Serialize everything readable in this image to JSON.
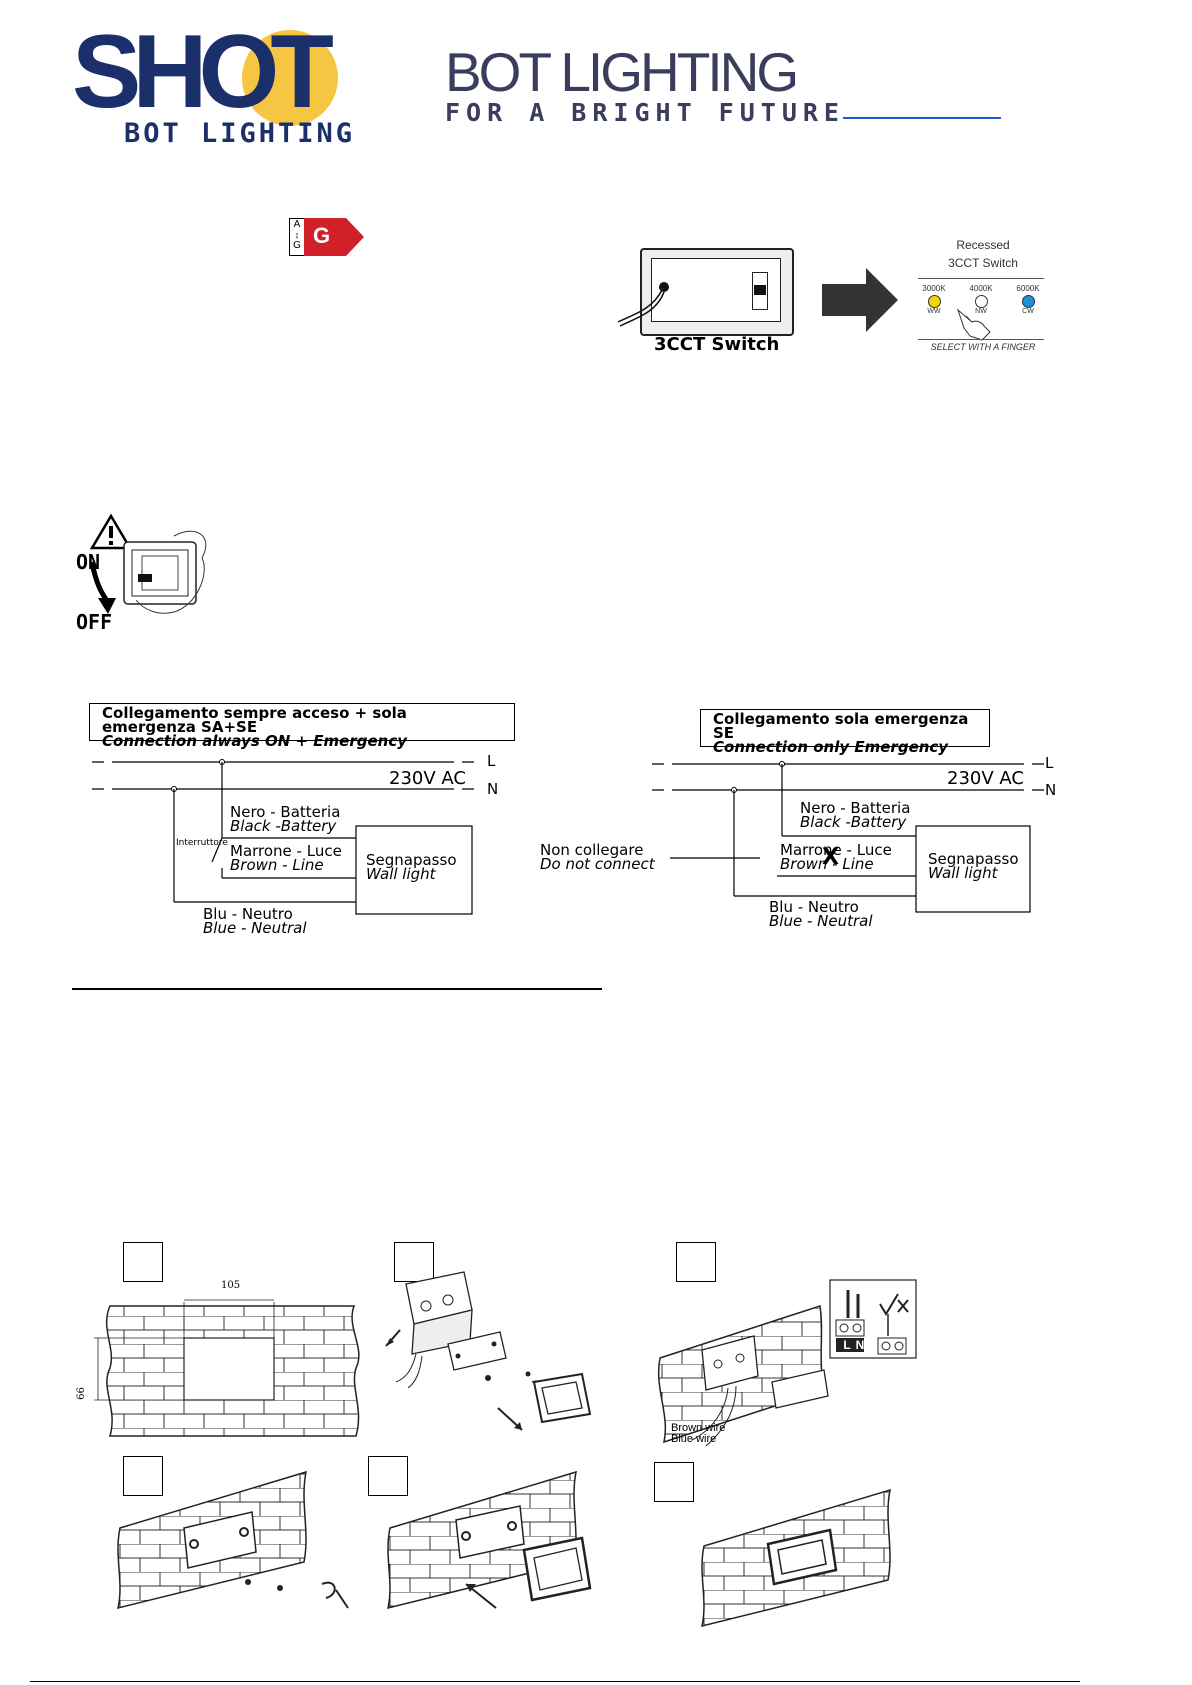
{
  "header": {
    "shot_logo": {
      "word": "SHOT",
      "sub": "BOT LIGHTING"
    },
    "bot_logo": {
      "line1": "BOT LIGHTING",
      "line2": "FOR A BRIGHT FUTURE"
    }
  },
  "energy_label": {
    "scale_top": "A",
    "scale_bottom": "G",
    "class": "G"
  },
  "cct": {
    "switch_label": "3CCT Switch",
    "recessed_title": "Recessed",
    "recessed_subtitle": "3CCT Switch",
    "options": [
      {
        "temp": "3000K",
        "code": "WW",
        "color": "#f2d400"
      },
      {
        "temp": "4000K",
        "code": "NW",
        "color": "#ffffff"
      },
      {
        "temp": "6000K",
        "code": "CW",
        "color": "#1e90d6"
      }
    ],
    "select_note": "SELECT WITH A FINGER"
  },
  "power_switch": {
    "on": "ON",
    "off": "OFF"
  },
  "diagram_left": {
    "title_it": "Collegamento sempre acceso + sola emergenza SA+SE",
    "title_en": "Connection always ON + Emergency",
    "voltage": "230V AC",
    "line_L": "L",
    "line_N": "N",
    "switch_label": "Interruttore",
    "black_it": "Nero - Batteria",
    "black_en": "Black -Battery",
    "brown_it": "Marrone - Luce",
    "brown_en": "Brown - Line",
    "blue_it": "Blu - Neutro",
    "blue_en": "Blue - Neutral",
    "device_it": "Segnapasso",
    "device_en": "Wall light"
  },
  "diagram_right": {
    "title_it": "Collegamento sola emergenza SE",
    "title_en": "Connection only Emergency",
    "voltage": "230V AC",
    "line_L": "L",
    "line_N": "N",
    "nc_it": "Non collegare",
    "nc_en": "Do not connect",
    "black_it": "Nero - Batteria",
    "black_en": "Black -Battery",
    "brown_it": "Marrone - Luce",
    "brown_en": "Brown - Line",
    "cross": "X",
    "blue_it": "Blu - Neutro",
    "blue_en": "Blue - Neutral",
    "device_it": "Segnapasso",
    "device_en": "Wall light"
  },
  "install": {
    "dim_width": "105",
    "dim_height": "66",
    "brown_wire": "Brown wire",
    "blue_wire": "Blue wire",
    "terminal_l": "L",
    "terminal_n": "N"
  }
}
